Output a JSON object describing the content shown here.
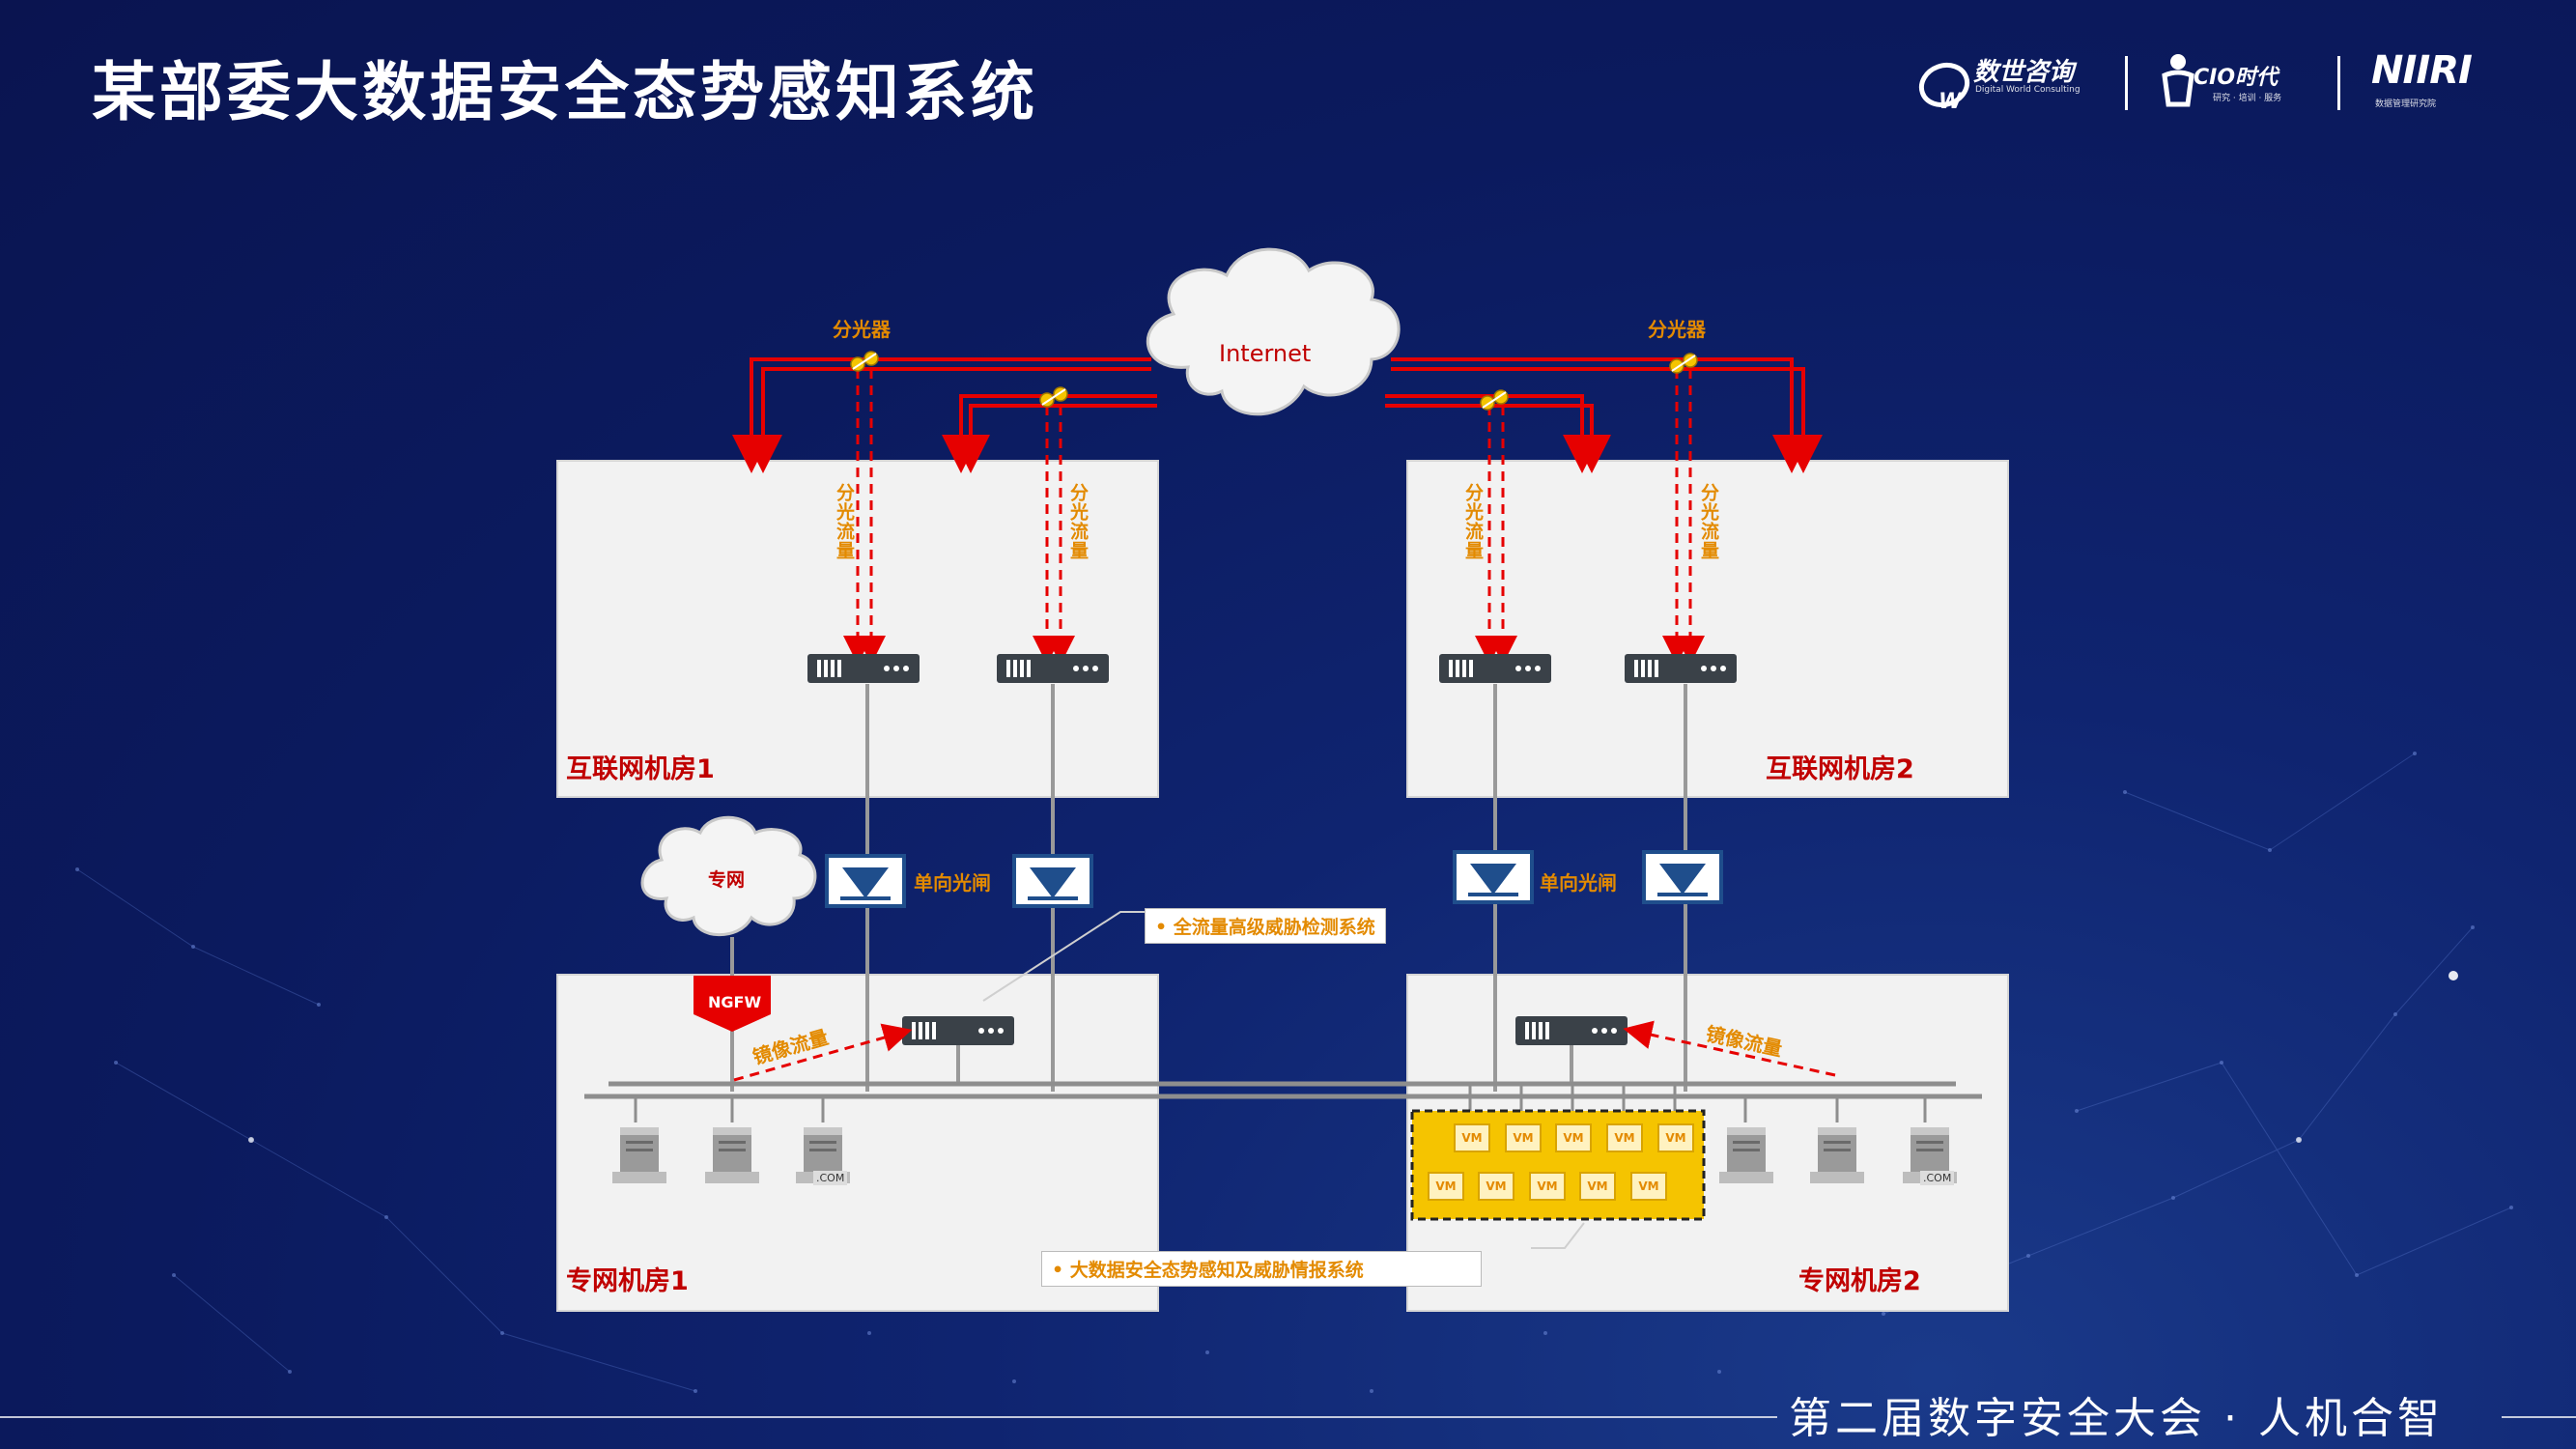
{
  "title": "某部委大数据安全态势感知系统",
  "logos": [
    {
      "icon": "dw-logo-icon",
      "main": "数世咨询",
      "sub": "Digital World Consulting"
    },
    {
      "icon": "cio-logo-icon",
      "main": "CIO时代",
      "sub": "研究 · 培训 · 服务"
    },
    {
      "icon": "niiri-logo-icon",
      "main": "NIIRI",
      "sub": "数据管理研究院"
    }
  ],
  "footer": "第二届数字安全大会 · 人机合智",
  "diagram": {
    "internet": "Internet",
    "private_net": "专网",
    "splitter_label": "分光器",
    "split_traffic": "分光流量",
    "one_way_gate": "单向光闸",
    "ngfw": "NGFW",
    "mirror_traffic": "镜像流量",
    "vm": "VM",
    "com": ".COM",
    "rooms": {
      "internet_room_1": "互联网机房1",
      "internet_room_2": "互联网机房2",
      "private_room_1": "专网机房1",
      "private_room_2": "专网机房2"
    },
    "callouts": {
      "full_traffic": "全流量高级威胁检测系统",
      "big_data": "大数据安全态势感知及威胁情报系统"
    }
  },
  "colors": {
    "accent_red": "#e60000",
    "label_red": "#c00000",
    "orange": "#e38a00",
    "gate_blue": "#1f4e8c",
    "vm_yellow": "#f5c400"
  }
}
